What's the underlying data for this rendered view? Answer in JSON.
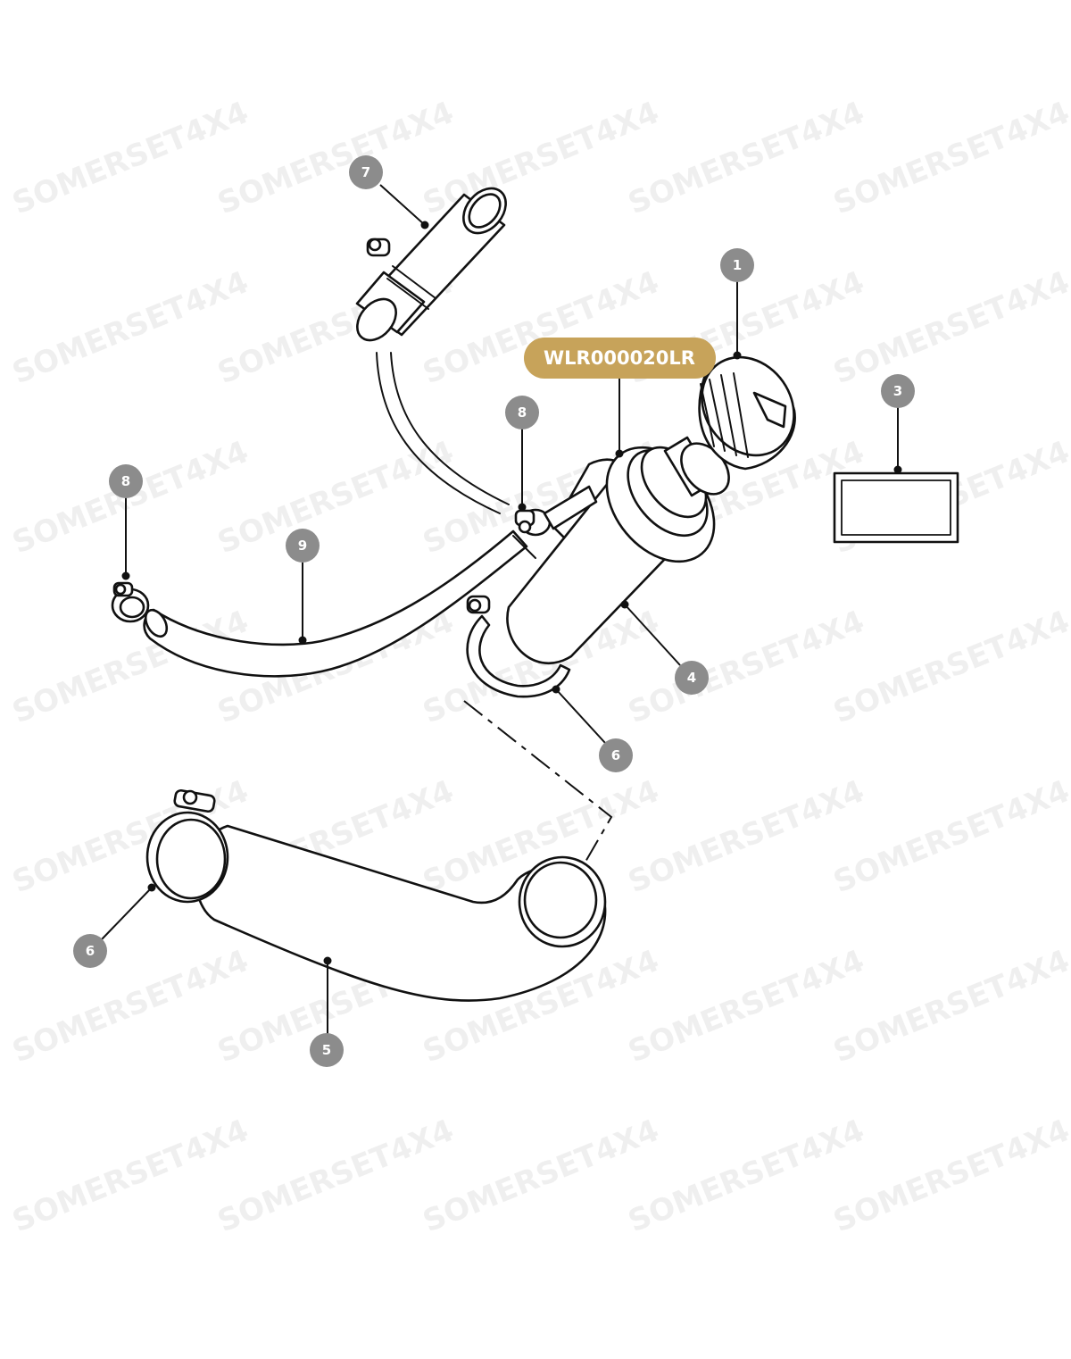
{
  "diagram": {
    "part_code": "WLR000020LR",
    "watermark": "SOMERSET4X4",
    "callouts": [
      {
        "id": "c1",
        "label": "1"
      },
      {
        "id": "c3",
        "label": "3"
      },
      {
        "id": "c4",
        "label": "4"
      },
      {
        "id": "c5",
        "label": "5"
      },
      {
        "id": "c6a",
        "label": "6"
      },
      {
        "id": "c6b",
        "label": "6"
      },
      {
        "id": "c7",
        "label": "7"
      },
      {
        "id": "c8a",
        "label": "8"
      },
      {
        "id": "c8b",
        "label": "8"
      },
      {
        "id": "c9",
        "label": "9"
      }
    ]
  }
}
